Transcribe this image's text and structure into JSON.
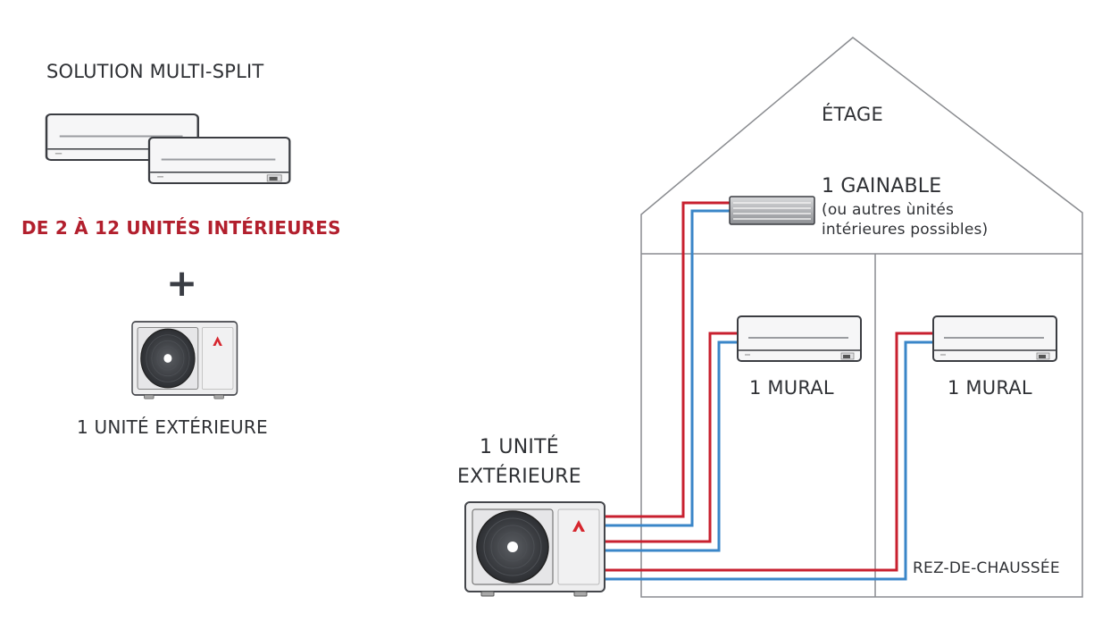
{
  "left_panel": {
    "title": "SOLUTION MULTI-SPLIT",
    "indoor_range": "DE 2 À 12 UNITÉS INTÉRIEURES",
    "plus_symbol": "+",
    "outdoor_label": "1 UNITÉ EXTÉRIEURE",
    "indoor_icon": "wall-mounted-split-icon",
    "outdoor_icon": "outdoor-unit-icon"
  },
  "house": {
    "upper_floor_label": "ÉTAGE",
    "ground_floor_label": "REZ-DE-CHAUSSÉE",
    "ducted_unit": {
      "title": "1 GAINABLE",
      "subtitle_line1": "(ou autres ùnités",
      "subtitle_line2": "intérieures possibles)"
    },
    "wall_units": [
      {
        "label": "1 MURAL"
      },
      {
        "label": "1 MURAL"
      }
    ],
    "outdoor_unit": {
      "line1": "1 UNITÉ",
      "line2": "EXTÉRIEURE"
    }
  },
  "colors": {
    "hot_pipe": "#c8202f",
    "cold_pipe": "#3a86c8",
    "accent_text": "#b21f2d",
    "outline": "#8a8c90",
    "brand_logo": "#d6262e"
  }
}
